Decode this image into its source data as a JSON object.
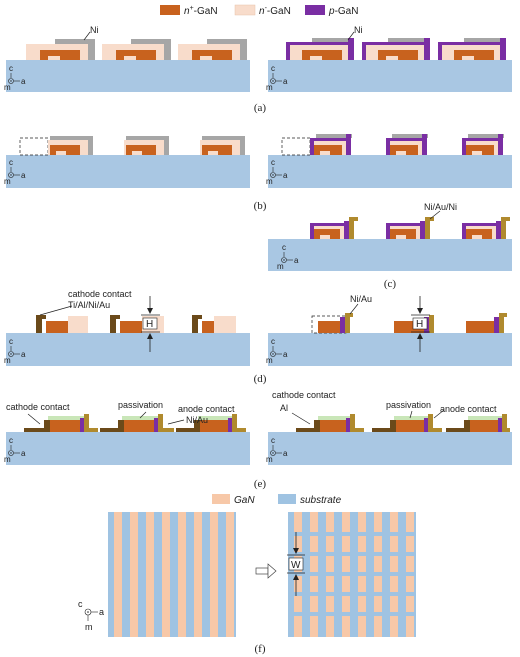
{
  "colors": {
    "substrate": "#a9c7e3",
    "n_plus_gan": "#c8621e",
    "n_minus_gan": "#f8dccb",
    "p_gan": "#7a2ea3",
    "ni": "#a6a6a6",
    "metal_contact": "#b08a2e",
    "cathode_metal": "#6b4a1a",
    "passivation": "#c9e6b8",
    "gan_stripe": "#f7c8a8",
    "substrate_stripe": "#9fc3e2"
  },
  "legend": {
    "n_plus": {
      "base": "n",
      "sup": "+",
      "suffix": "-GaN"
    },
    "n_minus": {
      "base": "n",
      "sup": "-",
      "suffix": "-GaN"
    },
    "p": {
      "base": "p",
      "suffix": "-GaN"
    }
  },
  "panels": {
    "a": "(a)",
    "b": "(b)",
    "c": "(c)",
    "d": "(d)",
    "e": "(e)",
    "f": "(f)"
  },
  "labels": {
    "ni": "Ni",
    "ni_au_ni": "Ni/Au/Ni",
    "ni_au": "Ni/Au",
    "cathode_contact": "cathode contact",
    "ti_al_ni_au": "Ti/Al/Ni/Au",
    "h": "H",
    "passivation": "passivation",
    "anode_contact": "anode contact",
    "al": "Al",
    "w": "W",
    "gan": "GaN",
    "substrate": "substrate"
  },
  "axes": {
    "c": "c",
    "a": "a",
    "m": "m"
  },
  "icons": {
    "arrow": "process-arrow-icon"
  }
}
